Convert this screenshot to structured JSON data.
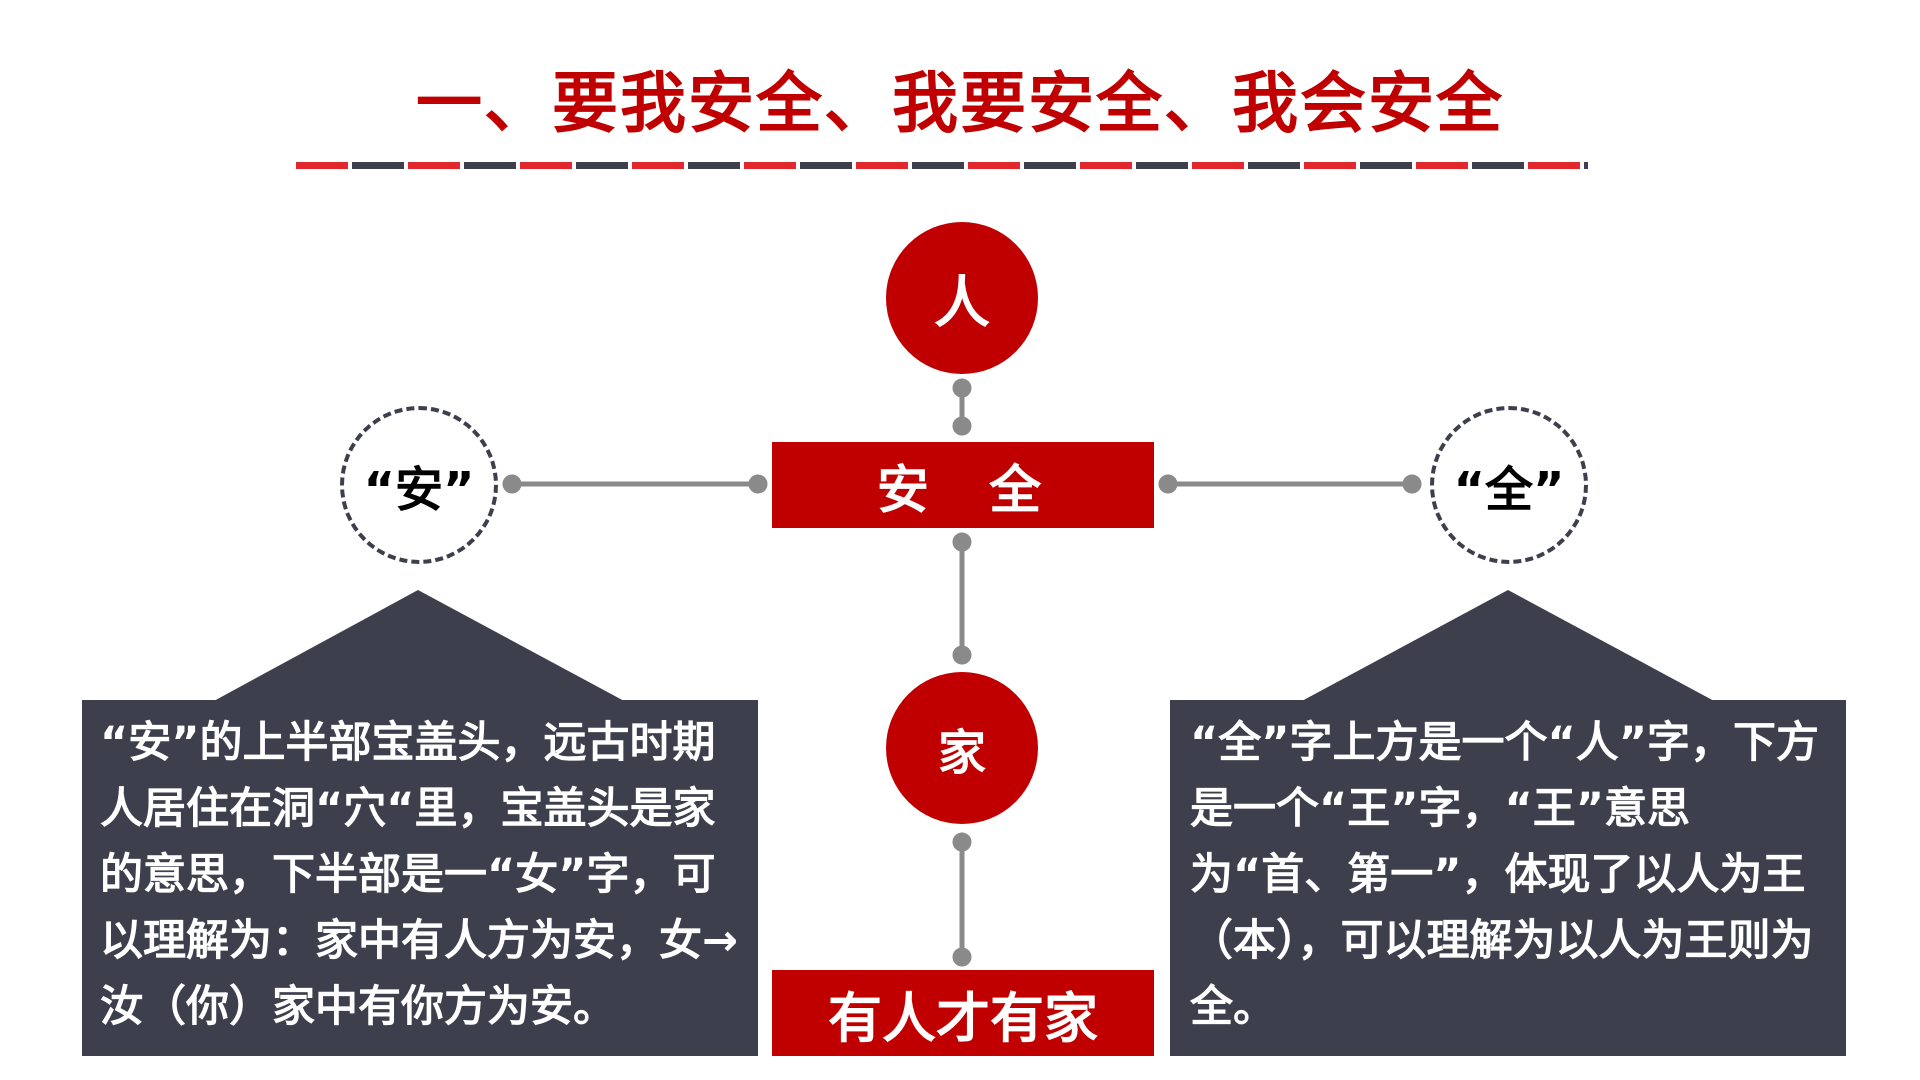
{
  "title": "一、要我安全、我要安全、我会安全",
  "center": {
    "top_circle": "人",
    "main_box": "安  全",
    "middle_circle": "家",
    "bottom_box": "有人才有家"
  },
  "left": {
    "char": "“安”",
    "description": "“安”的上半部宝盖头，远古时期人居住在洞“穴“里，宝盖头是家的意思，下半部是一“女”字，可以理解为：家中有人方为安，女→汝（你）家中有你方为安。"
  },
  "right": {
    "char": "“全”",
    "description": "“全”字上方是一个“人”字，下方是一个“王”字，“王”意思为“首、第一”，体现了以人为王（本），可以理解为以人为王则为全。"
  },
  "colors": {
    "accent_red": "#c00000",
    "dark_panel": "#3d3f4d",
    "connector": "#8a8a8a"
  }
}
